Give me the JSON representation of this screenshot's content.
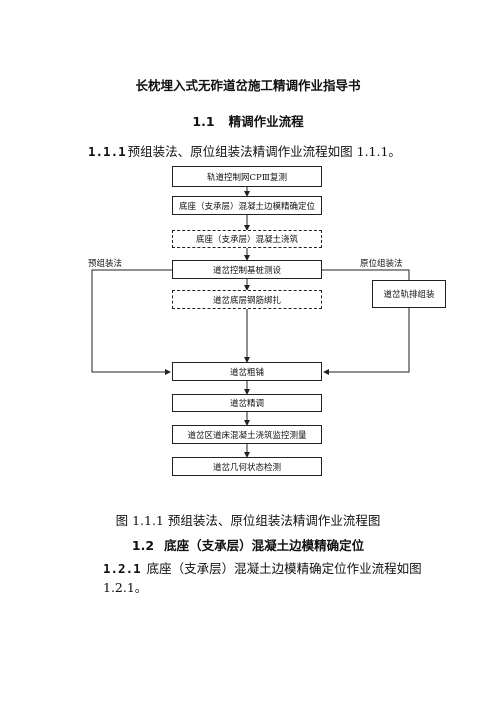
{
  "doc_title": "长枕埋入式无砟道岔施工精调作业指导书",
  "section_1_1": {
    "number": "1.1",
    "title": "精调作业流程"
  },
  "para_1_1_1": {
    "number": "1.1.1",
    "text": "预组装法、原位组装法精调作业流程如图 1.1.1。"
  },
  "flowchart": {
    "steps": [
      "轨道控制网CPⅢ复测",
      "底座（支承层）混凝土边模精确定位",
      "底座（支承层）混凝土浇筑",
      "道岔控制基桩测设",
      "道岔底层钢筋绑扎",
      "道岔粗铺",
      "道岔精调",
      "道岔区道床混凝土浇筑监控测量",
      "道岔几何状态检测"
    ],
    "side_box": "道岔轨排组装",
    "left_label": "预组装法",
    "right_label": "原位组装法"
  },
  "figure_caption": "图 1.1.1 预组装法、原位组装法精调作业流程图",
  "section_1_2": {
    "number": "1.2",
    "title": "底座（支承层）混凝土边模精确定位"
  },
  "para_1_2_1": {
    "number": "1.2.1",
    "text_line1": "底座（支承层）混凝土边模精确定位作业流程如图",
    "text_line2": "1.2.1。"
  }
}
